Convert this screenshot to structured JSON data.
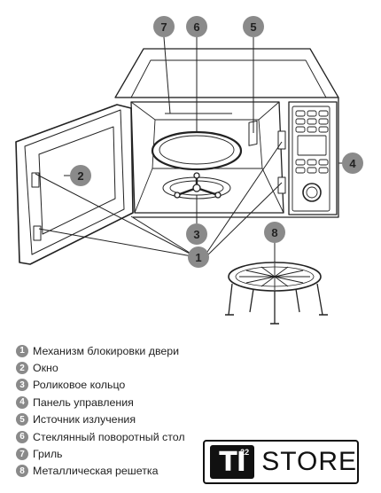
{
  "callouts": [
    {
      "num": "1",
      "label": "Механизм блокировки двери"
    },
    {
      "num": "2",
      "label": "Окно"
    },
    {
      "num": "3",
      "label": "Роликовое кольцо"
    },
    {
      "num": "4",
      "label": "Панель управления"
    },
    {
      "num": "5",
      "label": "Источник излучения"
    },
    {
      "num": "6",
      "label": "Стеклянный поворотный стол"
    },
    {
      "num": "7",
      "label": "Гриль"
    },
    {
      "num": "8",
      "label": "Металлическая решетка"
    }
  ],
  "logo": {
    "mark": "TI",
    "superscript": "22",
    "word": "STORE"
  }
}
